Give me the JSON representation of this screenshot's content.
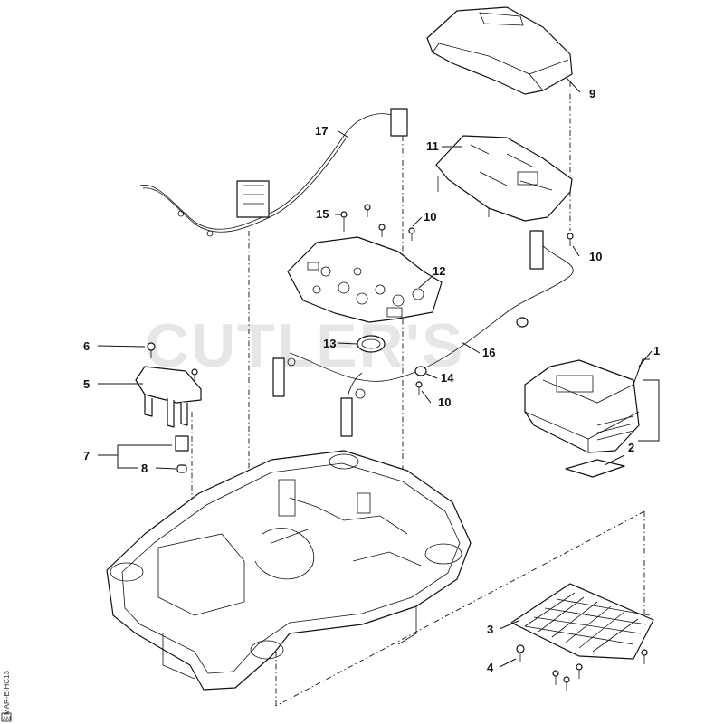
{
  "diagram": {
    "watermark": "CUTLER'S",
    "side_code": "MAR-E-HC13",
    "side_code_box": "AM",
    "callouts": [
      "1",
      "2",
      "3",
      "4",
      "5",
      "6",
      "7",
      "8",
      "9",
      "10",
      "10",
      "10",
      "11",
      "12",
      "13",
      "14",
      "15",
      "16",
      "17"
    ]
  }
}
